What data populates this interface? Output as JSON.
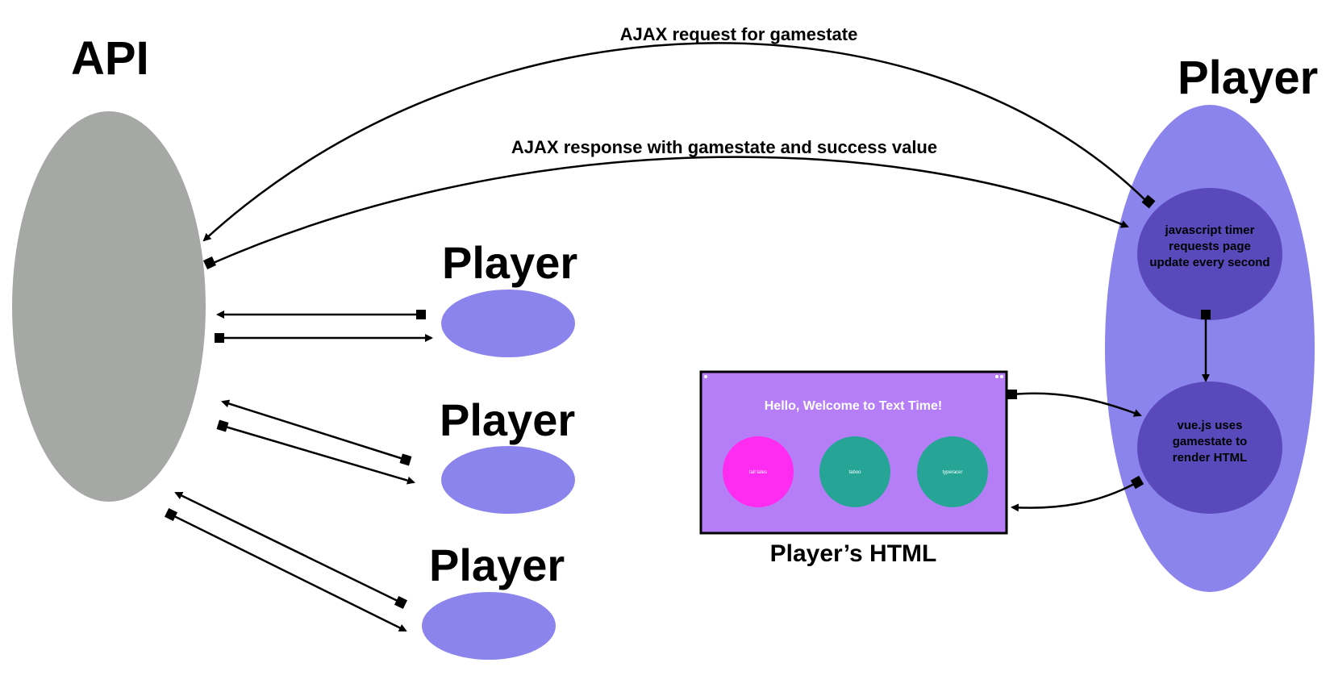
{
  "nodes": {
    "api": "API",
    "player_main": "Player",
    "player_1": "Player",
    "player_2": "Player",
    "player_3": "Player",
    "js_timer": [
      "javascript timer",
      "requests page",
      "update every second"
    ],
    "vue_render": [
      "vue.js uses",
      "gamestate to",
      "render HTML"
    ]
  },
  "edges": {
    "request": "AJAX request for gamestate",
    "response": "AJAX response with gamestate and success value"
  },
  "html_preview": {
    "caption": "Player’s HTML",
    "heading": "Hello, Welcome to Text Time!",
    "games": [
      "tall tales",
      "taboo",
      "typeracer"
    ]
  },
  "colors": {
    "api": "#a6a8a6",
    "player": "#8b84ec",
    "inner": "#5a49bb",
    "preview_bg": "#b57ef7",
    "game_pink": "#ff2bf0",
    "game_teal": "#26a596"
  }
}
